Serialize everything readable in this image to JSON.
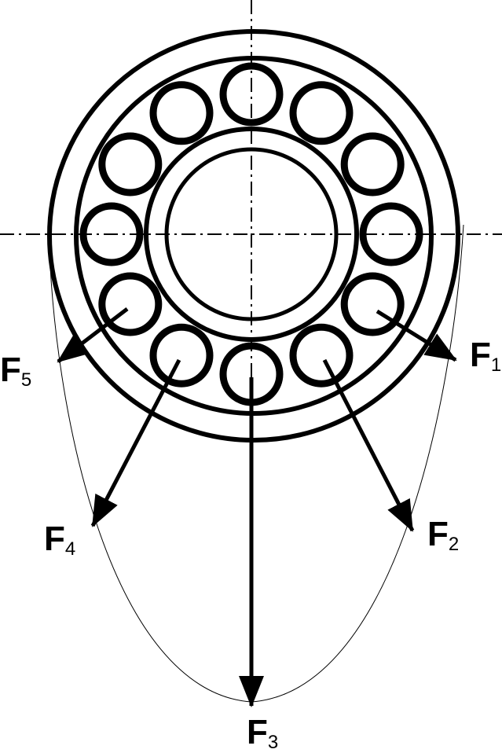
{
  "colors": {
    "line": "#000000",
    "background": "#ffffff"
  },
  "forces": [
    {
      "id": "F1",
      "letter": "F",
      "sub": "1"
    },
    {
      "id": "F2",
      "letter": "F",
      "sub": "2"
    },
    {
      "id": "F3",
      "letter": "F",
      "sub": "3"
    },
    {
      "id": "F4",
      "letter": "F",
      "sub": "4"
    },
    {
      "id": "F5",
      "letter": "F",
      "sub": "5"
    }
  ],
  "rolling_element_count": 12
}
